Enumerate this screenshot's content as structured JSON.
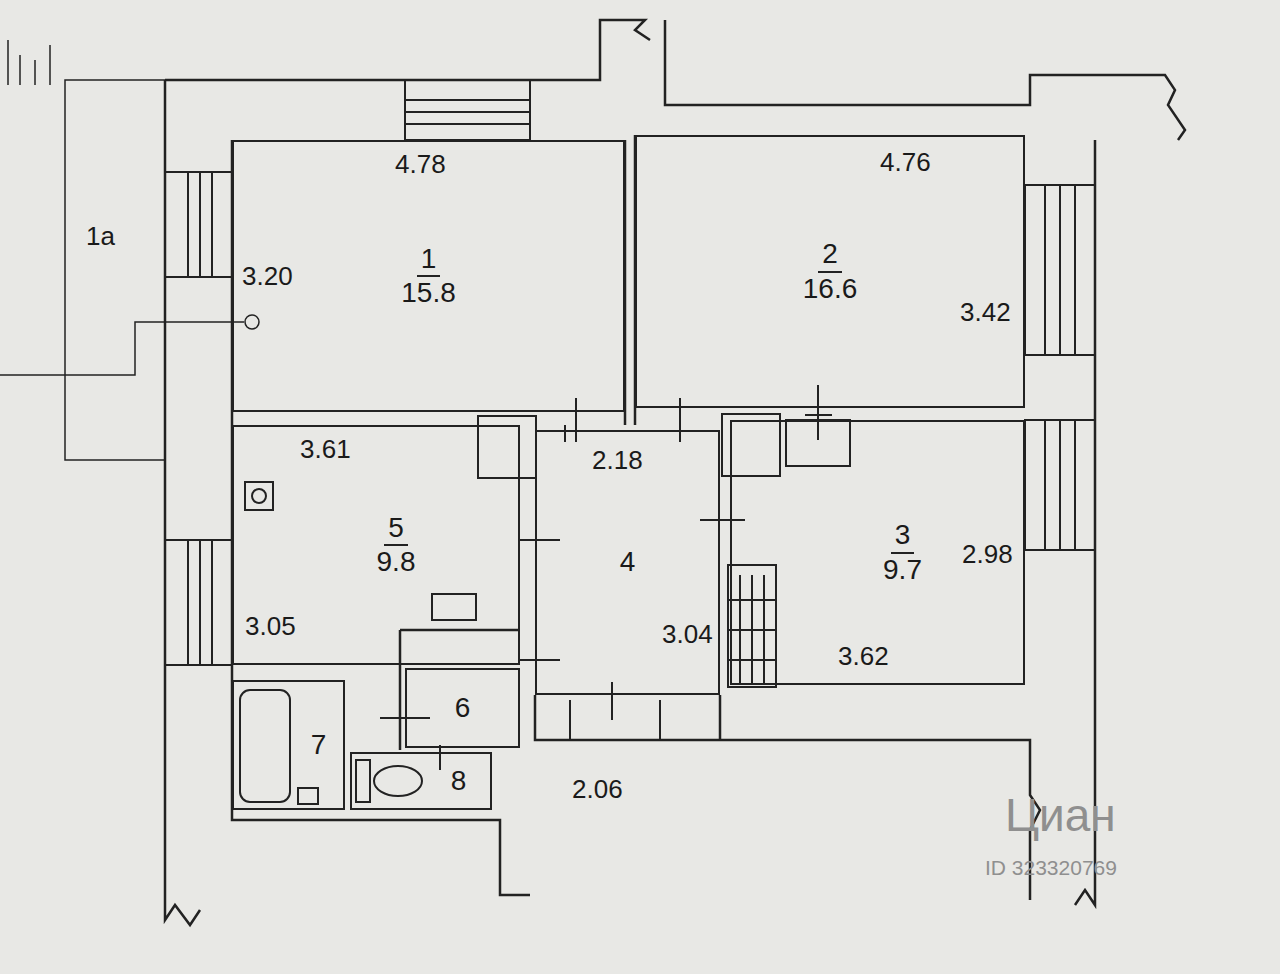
{
  "diagram": {
    "nodes": [
      {
        "text": [
          "1",
          "15.8"
        ]
      },
      {
        "text": [
          "2",
          "16.6"
        ]
      },
      {
        "text": [
          "5",
          "9.8"
        ]
      },
      {
        "text": [
          "4"
        ]
      },
      {
        "text": [
          "3",
          "9.7"
        ]
      },
      {
        "text": [
          "6"
        ]
      },
      {
        "text": [
          "7"
        ]
      },
      {
        "text": [
          "8"
        ]
      }
    ],
    "labels": [
      "4.78",
      "3.20",
      "4.76",
      "3.42",
      "3.61",
      "3.05",
      "2.18",
      "3.04",
      "2.98",
      "3.62",
      "2.06",
      "1а",
      "Циан",
      "ID 323320769"
    ]
  }
}
